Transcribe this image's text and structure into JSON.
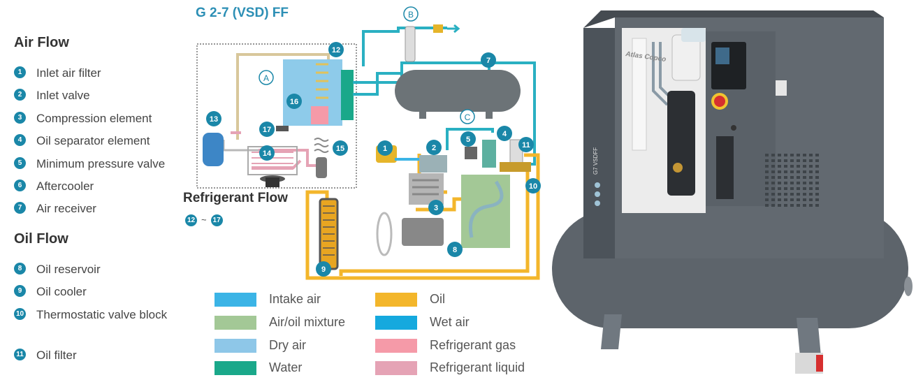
{
  "diagram_title": "G 2-7 (VSD) FF",
  "air_flow": {
    "title": "Air Flow",
    "items": [
      {
        "num": "1",
        "label": "Inlet air filter"
      },
      {
        "num": "2",
        "label": "Inlet valve"
      },
      {
        "num": "3",
        "label": "Compression element"
      },
      {
        "num": "4",
        "label": "Oil separator element"
      },
      {
        "num": "5",
        "label": "Minimum pressure valve"
      },
      {
        "num": "6",
        "label": "Aftercooler"
      },
      {
        "num": "7",
        "label": "Air receiver"
      }
    ]
  },
  "oil_flow": {
    "title": "Oil Flow",
    "items": [
      {
        "num": "8",
        "label": "Oil reservoir"
      },
      {
        "num": "9",
        "label": "Oil cooler"
      },
      {
        "num": "10",
        "label": "Thermostatic valve block"
      },
      {
        "num": "11",
        "label": "Oil filter"
      }
    ]
  },
  "refrigerant_flow": {
    "title": "Refrigerant Flow",
    "range_start": "12",
    "range_sep": "~",
    "range_end": "17"
  },
  "markers": {
    "a": "A",
    "b": "B",
    "c": "C"
  },
  "callouts": {
    "n1": "1",
    "n2": "2",
    "n3": "3",
    "n4": "4",
    "n5": "5",
    "n7": "7",
    "n8": "8",
    "n9": "9",
    "n10": "10",
    "n11": "11",
    "n12": "12",
    "n13": "13",
    "n14": "14",
    "n15": "15",
    "n16": "16",
    "n17": "17"
  },
  "machine_labels": {
    "brand": "Atlas Copco",
    "model": "G7 VSDFF"
  },
  "legend": [
    {
      "label": "Intake air",
      "color": "#3bb4e6"
    },
    {
      "label": "Oil",
      "color": "#f3b62b"
    },
    {
      "label": "Air/oil mixture",
      "color": "#a3c896"
    },
    {
      "label": "Wet air",
      "color": "#15a9de"
    },
    {
      "label": "Dry air",
      "color": "#8ec7e8"
    },
    {
      "label": "Refrigerant gas",
      "color": "#f59aa8"
    },
    {
      "label": "Water",
      "color": "#1aa88a"
    },
    {
      "label": "Refrigerant liquid",
      "color": "#e5a3b5"
    }
  ],
  "colors": {
    "accent": "#1a87a8",
    "title_blue": "#2c8fb5",
    "machine_body": "#565d64",
    "pipe_oil": "#f3b62b",
    "pipe_air": "#2ab0c2"
  }
}
